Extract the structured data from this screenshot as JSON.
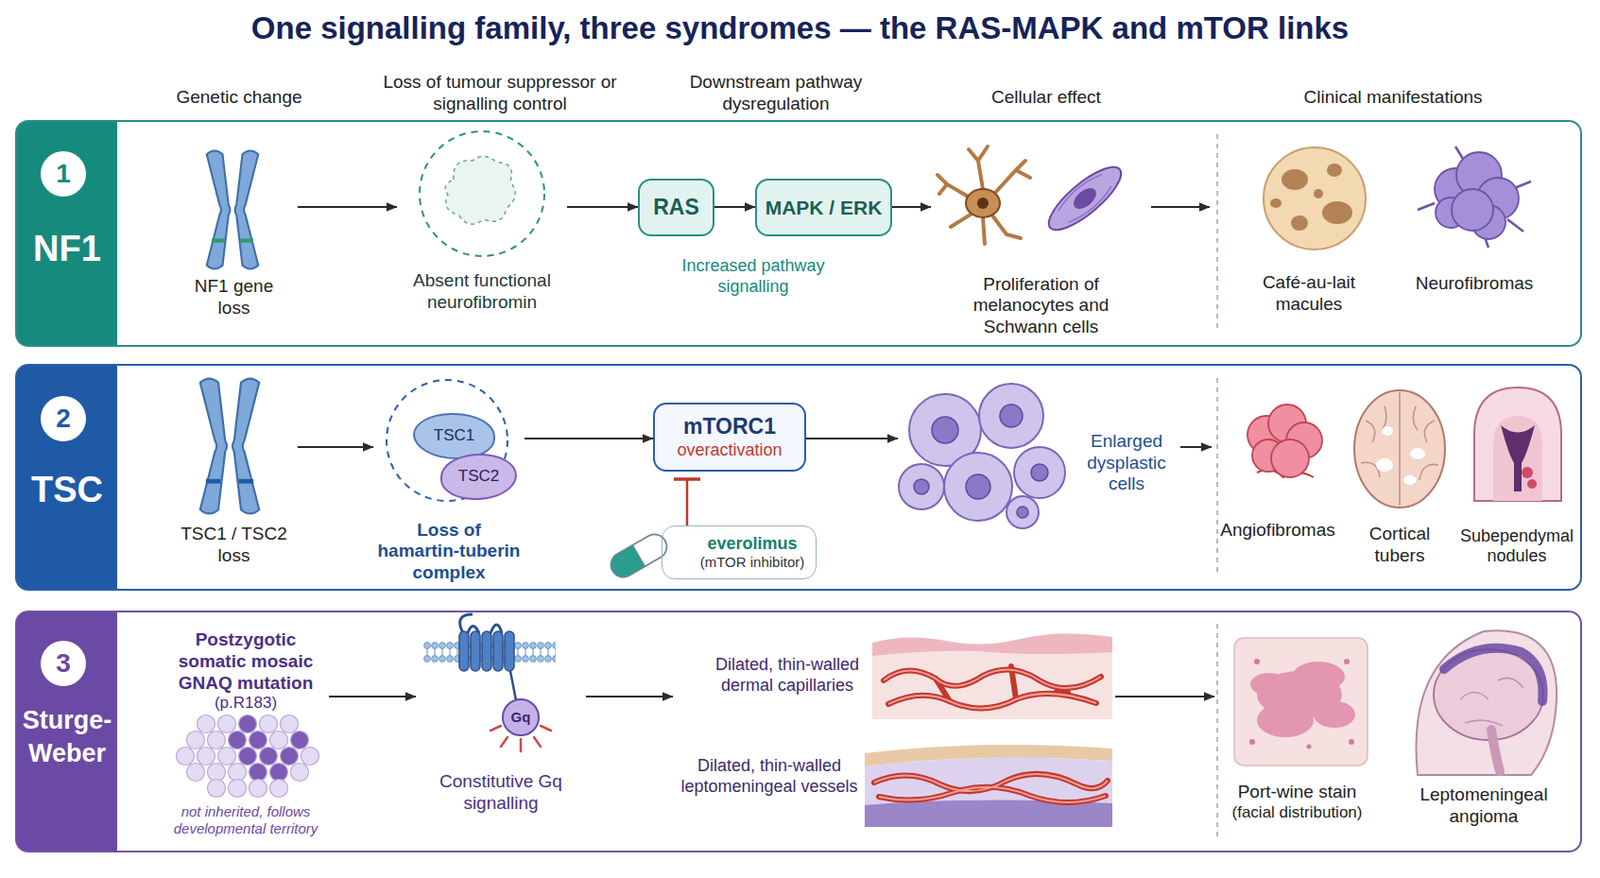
{
  "diagram": {
    "title": "One signalling family, three syndromes — the RAS-MAPK and mTOR links",
    "nodes": [
      {
        "text": [
          "NF1"
        ]
      },
      {
        "text": [
          "1"
        ],
        "in": 0
      },
      {
        "text": [
          "NF1 gene loss"
        ],
        "in": 0
      },
      {
        "text": [
          "Absent functional neurofibromin"
        ],
        "in": 0
      },
      {
        "text": [
          "RAS"
        ],
        "in": 0
      },
      {
        "text": [
          "MAPK / ERK"
        ],
        "in": 0
      },
      {
        "text": [
          "Proliferation of melanocytes and Schwann cells"
        ],
        "in": 0
      },
      {
        "text": [
          "Café-au-lait macules"
        ],
        "in": 0
      },
      {
        "text": [
          "Neurofibromas"
        ],
        "in": 0
      },
      {
        "text": [
          "TSC"
        ]
      },
      {
        "text": [
          "2"
        ],
        "in": 9
      },
      {
        "text": [
          "TSC1 / TSC2 loss"
        ],
        "in": 9
      },
      {
        "text": [
          "Loss of hamartin-tuberin complex"
        ],
        "in": 9
      },
      {
        "text": [
          "TSC1"
        ],
        "in": 12
      },
      {
        "text": [
          "TSC2"
        ],
        "in": 12
      },
      {
        "text": [
          "mTORC1",
          "overactivation"
        ],
        "in": 9
      },
      {
        "text": [
          "everolimus",
          "(mTOR inhibitor)"
        ],
        "in": 9
      },
      {
        "text": [
          "Enlarged dysplastic cells"
        ],
        "in": 9
      },
      {
        "text": [
          "Angiofibromas"
        ],
        "in": 9
      },
      {
        "text": [
          "Cortical tubers"
        ],
        "in": 9
      },
      {
        "text": [
          "Subependymal nodules"
        ],
        "in": 9
      },
      {
        "text": [
          "Sturge-Weber"
        ]
      },
      {
        "text": [
          "3"
        ],
        "in": 21
      },
      {
        "text": [
          "Postzygotic somatic mosaic GNAQ mutation",
          "(p.R183)",
          "not inherited, follows developmental territory"
        ],
        "in": 21
      },
      {
        "text": [
          "Constitutive Gq signalling"
        ],
        "in": 21
      },
      {
        "text": [
          "Dilated, thin-walled dermal capillaries"
        ],
        "in": 21
      },
      {
        "text": [
          "Dilated, thin-walled leptomeningeal vessels"
        ],
        "in": 21
      },
      {
        "text": [
          "Port-wine stain",
          "(facial distribution)"
        ],
        "in": 21
      },
      {
        "text": [
          "Leptomeningeal angioma"
        ],
        "in": 21
      }
    ],
    "edges": [
      {
        "from": 2,
        "to": 3,
        "arrow": "to"
      },
      {
        "from": 3,
        "to": 4,
        "arrow": "to"
      },
      {
        "from": 4,
        "to": 5,
        "arrow": "to"
      },
      {
        "from": 5,
        "to": 6,
        "arrow": "to"
      },
      {
        "from": 6,
        "to": 7,
        "arrow": "to"
      },
      {
        "from": 11,
        "to": 12,
        "arrow": "to"
      },
      {
        "from": 12,
        "to": 15,
        "arrow": "to"
      },
      {
        "from": 16,
        "to": 15,
        "arrow": "to"
      },
      {
        "from": 15,
        "to": 17,
        "arrow": "to"
      },
      {
        "from": 17,
        "to": 18,
        "arrow": "to"
      },
      {
        "from": 23,
        "to": 24,
        "arrow": "to"
      },
      {
        "from": 24,
        "to": 25,
        "arrow": "to"
      },
      {
        "from": 25,
        "to": 27,
        "arrow": "to"
      }
    ],
    "labels": [
      "Genetic change",
      "Loss of tumour suppressor or signalling control",
      "Downstream pathway dysregulation",
      "Cellular effect",
      "Clinical manifestations",
      "Increased pathway signalling",
      "Gq"
    ]
  }
}
